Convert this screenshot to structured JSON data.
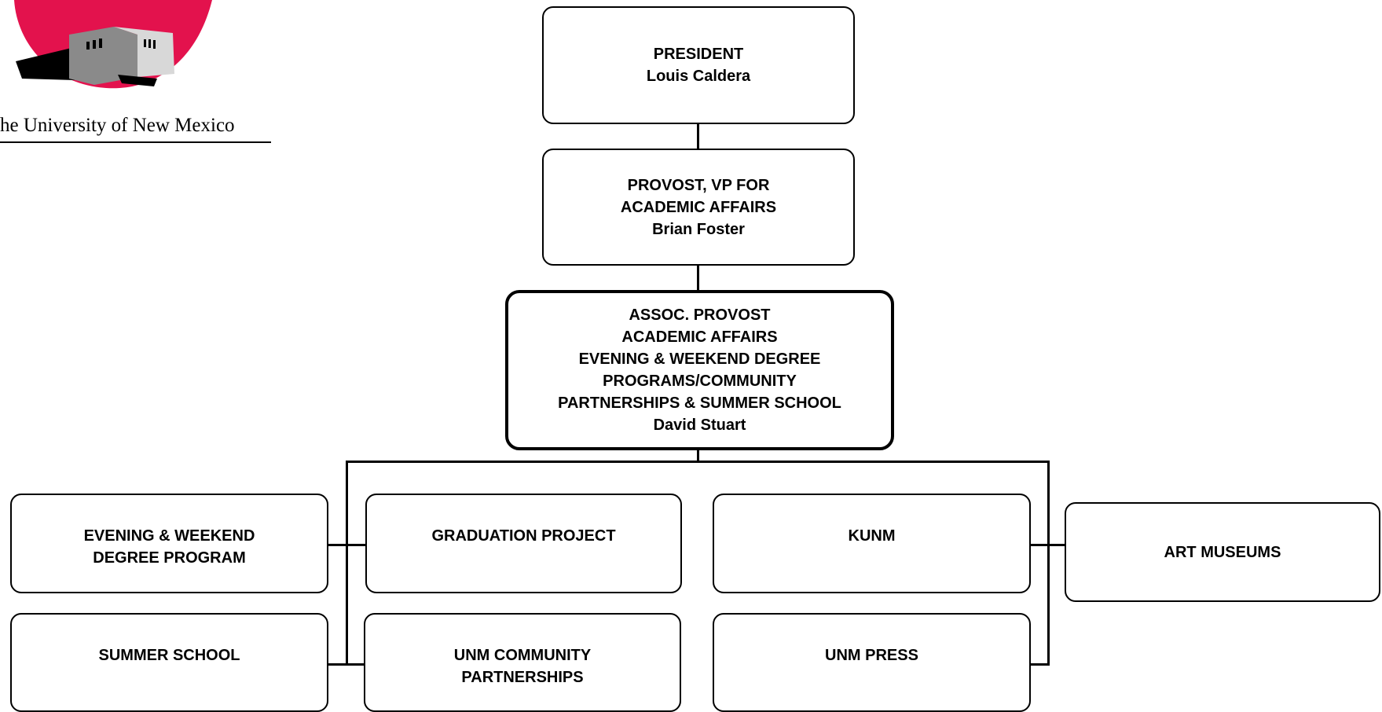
{
  "logo": {
    "text": "he University of New Mexico",
    "sun_color": "#e3124d"
  },
  "org_chart": {
    "president": {
      "title": "PRESIDENT",
      "name": "Louis Caldera"
    },
    "provost": {
      "title_line1": "PROVOST, VP FOR",
      "title_line2": "ACADEMIC AFFAIRS",
      "name": "Brian Foster"
    },
    "assoc_provost": {
      "lines": [
        "ASSOC. PROVOST",
        "ACADEMIC AFFAIRS",
        "EVENING & WEEKEND DEGREE",
        "PROGRAMS/COMMUNITY",
        "PARTNERSHIPS & SUMMER SCHOOL"
      ],
      "name": "David Stuart"
    },
    "units": {
      "evening_weekend": {
        "line1": "EVENING & WEEKEND",
        "line2": "DEGREE PROGRAM"
      },
      "summer_school": {
        "label": "SUMMER SCHOOL"
      },
      "graduation_project": {
        "label": "GRADUATION PROJECT"
      },
      "community_partnerships": {
        "line1": "UNM COMMUNITY",
        "line2": "PARTNERSHIPS"
      },
      "kunm": {
        "label": "KUNM"
      },
      "unm_press": {
        "label": "UNM PRESS"
      },
      "art_museums": {
        "label": "ART MUSEUMS"
      }
    }
  }
}
